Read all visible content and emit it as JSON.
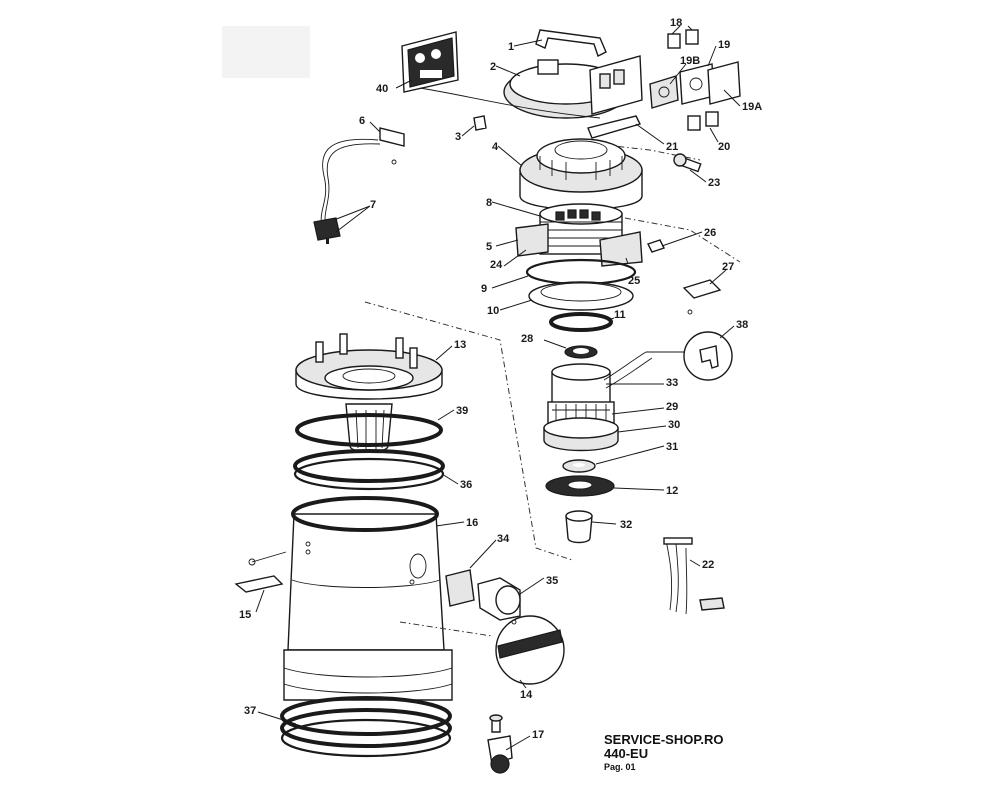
{
  "footer": {
    "site": "SERVICE-SHOP.RO",
    "model": "440-EU",
    "page": "Pag. 01"
  },
  "labels": [
    "1",
    "2",
    "3",
    "4",
    "5",
    "6",
    "7",
    "8",
    "9",
    "10",
    "11",
    "12",
    "13",
    "14",
    "15",
    "16",
    "17",
    "18",
    "19",
    "19A",
    "19B",
    "20",
    "21",
    "22",
    "23",
    "24",
    "25",
    "26",
    "27",
    "28",
    "29",
    "30",
    "31",
    "32",
    "33",
    "34",
    "35",
    "36",
    "37",
    "38",
    "39",
    "40"
  ]
}
